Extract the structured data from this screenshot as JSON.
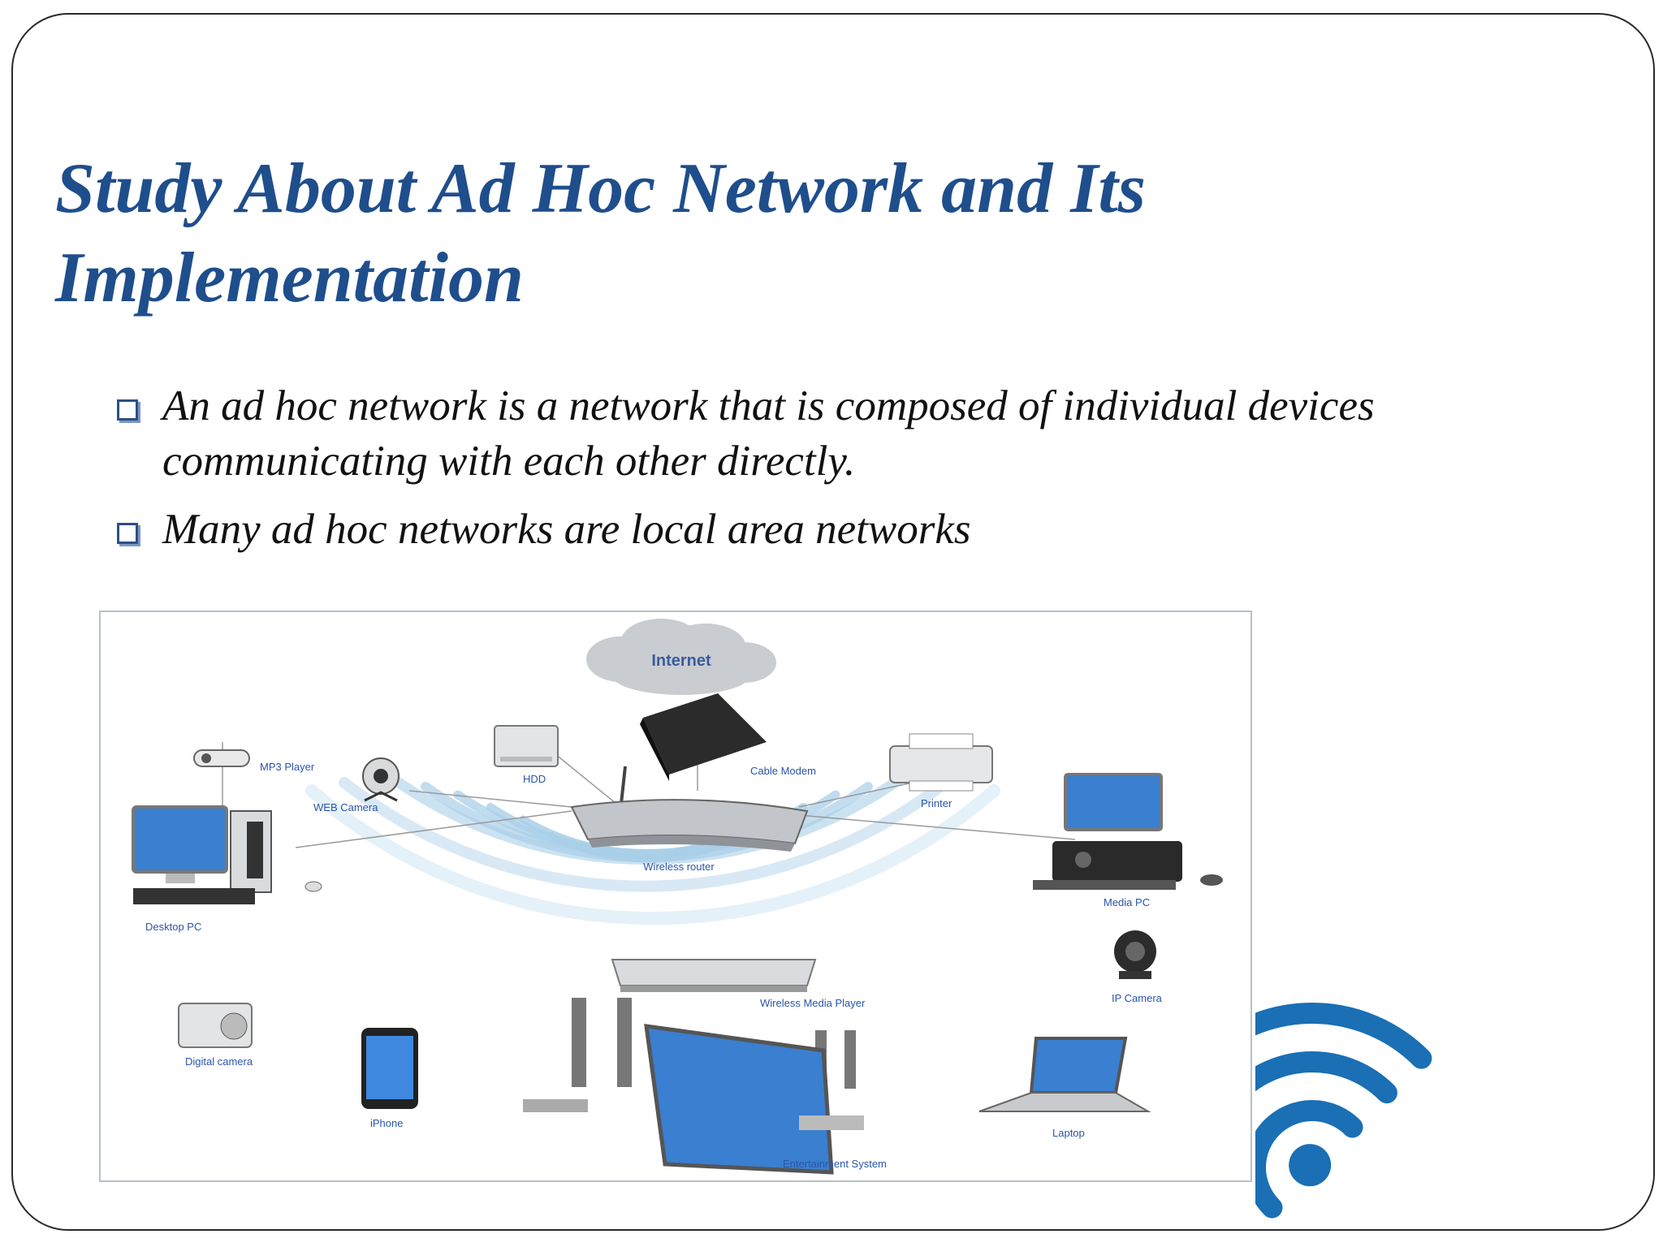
{
  "slide": {
    "title": "Study About Ad Hoc Network and Its Implementation",
    "bullets": [
      "An ad hoc network is a network that is composed of individual devices communicating with each other directly.",
      "Many ad hoc networks are local area networks"
    ]
  },
  "diagram": {
    "labels": {
      "internet": "Internet",
      "mp3_player": "MP3 Player",
      "web_camera": "WEB Camera",
      "hdd": "HDD",
      "cable_modem": "Cable Modem",
      "printer": "Printer",
      "desktop_pc": "Desktop PC",
      "wireless_router": "Wireless router",
      "media_pc": "Media PC",
      "ip_camera": "IP Camera",
      "wireless_media_player": "Wireless Media Player",
      "digital_camera": "Digital camera",
      "iphone": "iPhone",
      "entertainment_system": "Entertainment System",
      "laptop": "Laptop"
    }
  },
  "colors": {
    "title": "#1f4e8c",
    "bullet_marker": "#2c4f86",
    "diagram_label": "#2a55a8",
    "wifi_wave": "#a9cfe8",
    "wifi_symbol": "#1a6fb5"
  },
  "icons": [
    "checkbox-bullet-icon",
    "internet-cloud-icon",
    "wifi-symbol-icon"
  ]
}
